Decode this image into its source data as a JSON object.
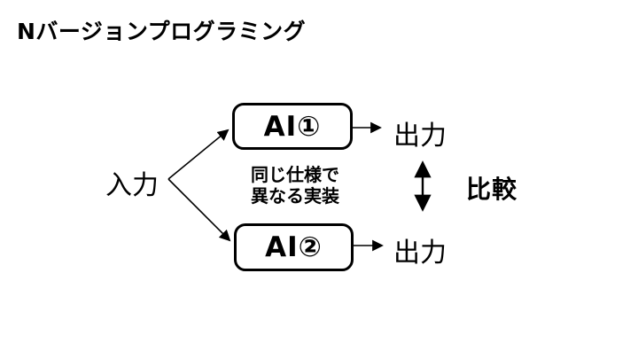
{
  "slide": {
    "title": "Nバージョンプログラミング",
    "input_label": "入力",
    "boxes": [
      {
        "label": "AI①"
      },
      {
        "label": "AI②"
      }
    ],
    "note_line1": "同じ仕様で",
    "note_line2": "異なる実装",
    "outputs": [
      {
        "label": "出力"
      },
      {
        "label": "出力"
      }
    ],
    "compare_label": "比較",
    "colors": {
      "ink": "#000000",
      "background": "#ffffff"
    }
  }
}
